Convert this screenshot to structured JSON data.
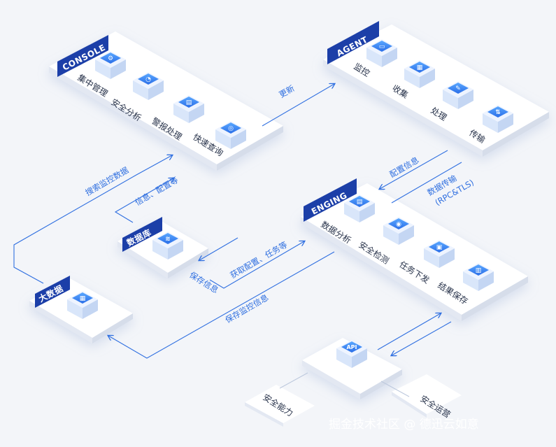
{
  "console": {
    "tag": "CONSOLE",
    "items": [
      "集中管理",
      "安全分析",
      "警报处理",
      "快速查询"
    ]
  },
  "agent": {
    "tag": "AGENT",
    "items": [
      "监控",
      "收集",
      "处理",
      "传输"
    ]
  },
  "engine": {
    "tag": "ENGING",
    "items": [
      "数据分析",
      "安全检测",
      "任务下发",
      "结果保存"
    ]
  },
  "database": {
    "tag": "数据库"
  },
  "bigdata": {
    "tag": "大数据"
  },
  "api": {
    "label": "API"
  },
  "api_legs": [
    "安全能力",
    "安全运营"
  ],
  "flows": {
    "update": "更新",
    "config_info": "配置信息",
    "data_transfer": "数据传输",
    "data_transfer_proto": "(RPC&TLS)",
    "search_monitor": "搜索监控数据",
    "info_config": "信息、配置等",
    "fetch_config": "获取配置、任务等",
    "save_info": "保存信息",
    "save_monitor": "保存监控信息"
  },
  "watermark": "掘金技术社区 @ 德迅云如意",
  "colors": {
    "accent": "#2f6fe0",
    "tag_bg": "#1c3fa8",
    "platform_top": "#ffffff",
    "platform_side": "#e3e8f2"
  }
}
